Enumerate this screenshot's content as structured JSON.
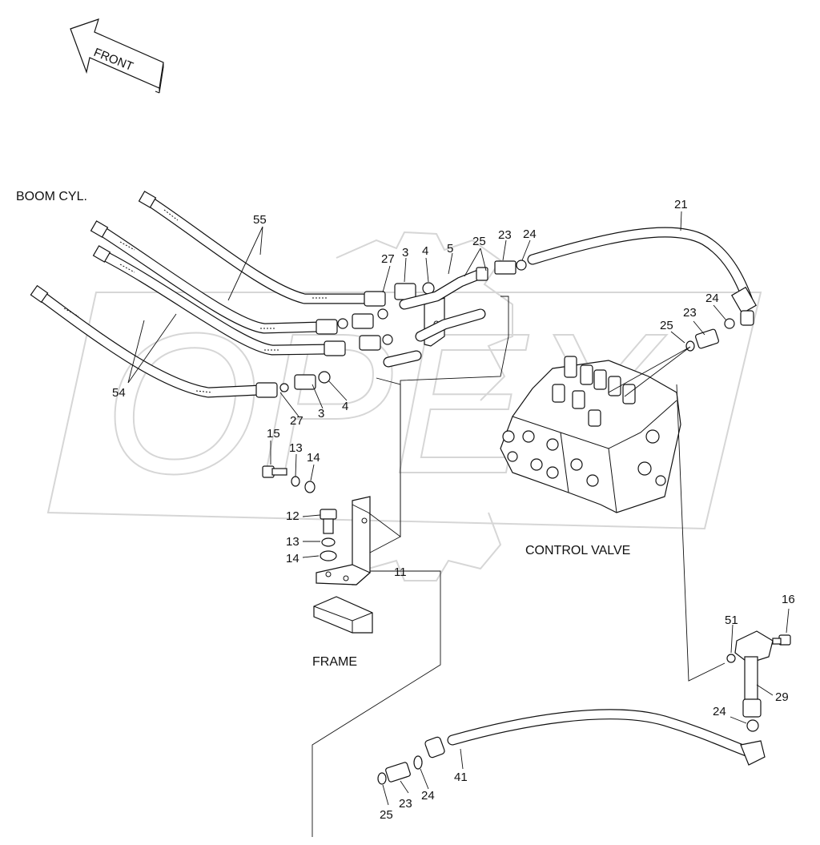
{
  "diagram": {
    "front_label": "FRONT",
    "boom_cyl_label": "BOOM CYL.",
    "control_valve_label": "CONTROL VALVE",
    "frame_label": "FRAME",
    "watermark": "OPEX",
    "callouts": {
      "c55": "55",
      "c54": "54",
      "c27a": "27",
      "c3a": "3",
      "c4a": "4",
      "c5": "5",
      "c25a": "25",
      "c23a": "23",
      "c24a": "24",
      "c21": "21",
      "c24b": "24",
      "c23b": "23",
      "c25b": "25",
      "c27b": "27",
      "c3b": "3",
      "c4b": "4",
      "c15": "15",
      "c13a": "13",
      "c14a": "14",
      "c12": "12",
      "c13b": "13",
      "c14b": "14",
      "c11": "11",
      "c16": "16",
      "c51": "51",
      "c29": "29",
      "c24c": "24",
      "c41": "41",
      "c24d": "24",
      "c23c": "23",
      "c25c": "25"
    }
  }
}
